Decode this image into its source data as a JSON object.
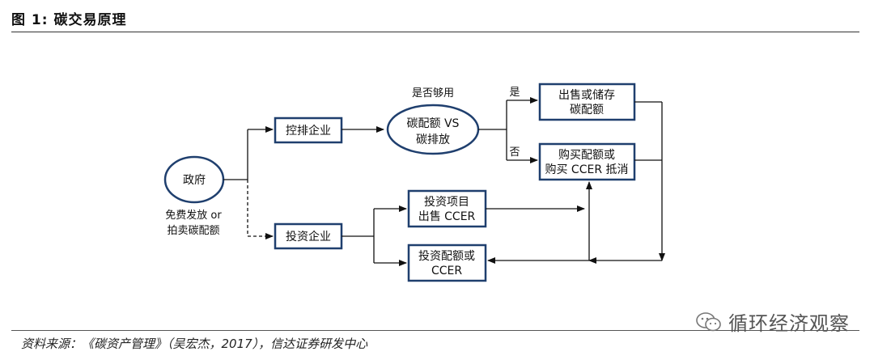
{
  "header": {
    "title": "图 1:  碳交易原理"
  },
  "footer": {
    "source": "资料来源：《碳资产管理》（吴宏杰，2017），信达证券研发中心",
    "watermark": "循环经济观察"
  },
  "diagram": {
    "government": "政府",
    "gov_caption_line1": "免费发放 or",
    "gov_caption_line2": "拍卖碳配额",
    "control_enterprise": "控排企业",
    "invest_enterprise": "投资企业",
    "compare_line1": "碳配额 VS",
    "compare_line2": "碳排放",
    "compare_question": "是否够用",
    "yes_label": "是",
    "no_label": "否",
    "sell_store_line1": "出售或储存",
    "sell_store_line2": "碳配额",
    "buy_line1": "购买配额或",
    "buy_line2": "购买 CCER 抵消",
    "project_line1": "投资项目",
    "project_line2": "出售 CCER",
    "invest_quota_line1": "投资配额或",
    "invest_quota_line2": "CCER"
  }
}
